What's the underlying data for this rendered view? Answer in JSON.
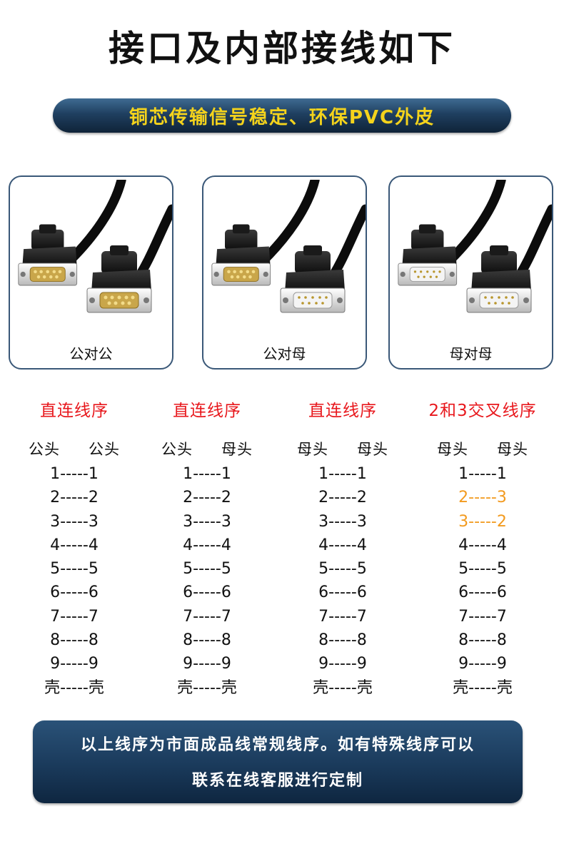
{
  "title": "接口及内部接线如下",
  "banner_top": "铜芯传输信号稳定、环保PVC外皮",
  "cards": [
    {
      "caption": "公对公"
    },
    {
      "caption": "公对母"
    },
    {
      "caption": "母对母"
    }
  ],
  "columns": [
    {
      "title": "直连线序",
      "head_left": "公头",
      "head_right": "公头",
      "rows": [
        "1-----1",
        "2-----2",
        "3-----3",
        "4-----4",
        "5-----5",
        "6-----6",
        "7-----7",
        "8-----8",
        "9-----9",
        "壳-----壳"
      ]
    },
    {
      "title": "直连线序",
      "head_left": "公头",
      "head_right": "母头",
      "rows": [
        "1-----1",
        "2-----2",
        "3-----3",
        "4-----4",
        "5-----5",
        "6-----6",
        "7-----7",
        "8-----8",
        "9-----9",
        "壳-----壳"
      ]
    },
    {
      "title": "直连线序",
      "head_left": "母头",
      "head_right": "母头",
      "rows": [
        "1-----1",
        "2-----2",
        "3-----3",
        "4-----4",
        "5-----5",
        "6-----6",
        "7-----7",
        "8-----8",
        "9-----9",
        "壳-----壳"
      ]
    },
    {
      "title": "2和3交叉线序",
      "head_left": "母头",
      "head_right": "母头",
      "rows": [
        "1-----1",
        "2-----3",
        "3-----2",
        "4-----4",
        "5-----5",
        "6-----6",
        "7-----7",
        "8-----8",
        "9-----9",
        "壳-----壳"
      ]
    }
  ],
  "banner_bottom": {
    "line1": "以上线序为市面成品线常规线序。如有特殊线序可以",
    "line2": "联系在线客服进行定制"
  },
  "colors": {
    "title_red": "#e8171c",
    "highlight_orange": "#f29a1e",
    "banner_yellow": "#f4d31c",
    "banner_navy": "#1f3f60"
  }
}
